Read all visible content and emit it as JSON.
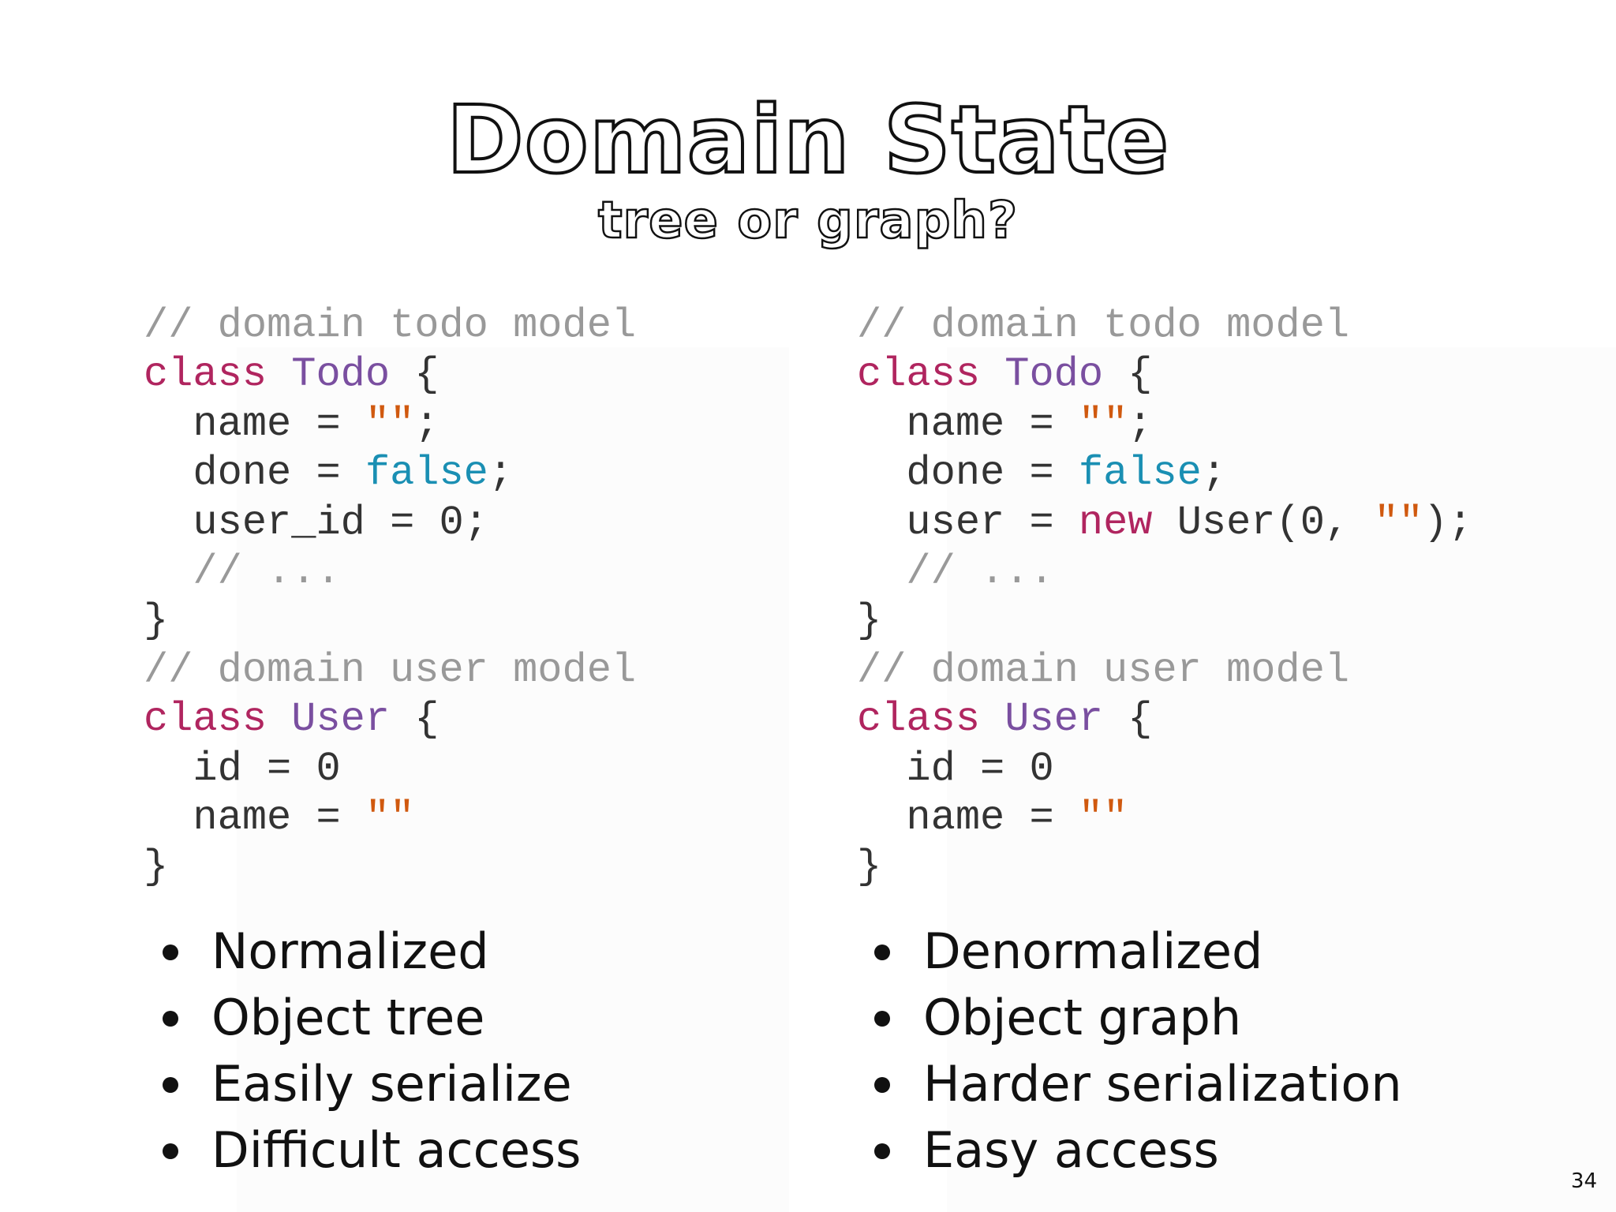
{
  "slide": {
    "title": "Domain State",
    "subtitle": "tree or graph?",
    "page_number": "34"
  },
  "left": {
    "code": {
      "comment_todo": "// domain todo model",
      "kw_class_1": "class",
      "cls_todo": "Todo",
      "brace_open_1": "{",
      "name_prefix": "name = ",
      "name_str": "\"\"",
      "name_semicolon": ";",
      "done_prefix": "done = ",
      "done_bool": "false",
      "done_semicolon": ";",
      "user_id_line": "user_id = 0;",
      "ellipsis_comment": "// ...",
      "brace_close_1": "}",
      "comment_user": "// domain user model",
      "kw_class_2": "class",
      "cls_user": "User",
      "brace_open_2": "{",
      "id_line": "id = 0",
      "user_name_prefix": "name = ",
      "user_name_str": "\"\"",
      "brace_close_2": "}"
    },
    "bullets": [
      "Normalized",
      "Object tree",
      "Easily serialize",
      "Difficult access"
    ]
  },
  "right": {
    "code": {
      "comment_todo": "// domain todo model",
      "kw_class_1": "class",
      "cls_todo": "Todo",
      "brace_open_1": "{",
      "name_prefix": "name = ",
      "name_str": "\"\"",
      "name_semicolon": ";",
      "done_prefix": "done = ",
      "done_bool": "false",
      "done_semicolon": ";",
      "user_prefix": "user = ",
      "user_new": "new",
      "user_call": " User(0, ",
      "user_str": "\"\"",
      "user_end": ");",
      "ellipsis_comment": "// ...",
      "brace_close_1": "}",
      "comment_user": "// domain user model",
      "kw_class_2": "class",
      "cls_user": "User",
      "brace_open_2": "{",
      "id_line": "id = 0",
      "user_name_prefix": "name = ",
      "user_name_str": "\"\"",
      "brace_close_2": "}"
    },
    "bullets": [
      "Denormalized",
      "Object graph",
      "Harder serialization",
      "Easy access"
    ]
  }
}
